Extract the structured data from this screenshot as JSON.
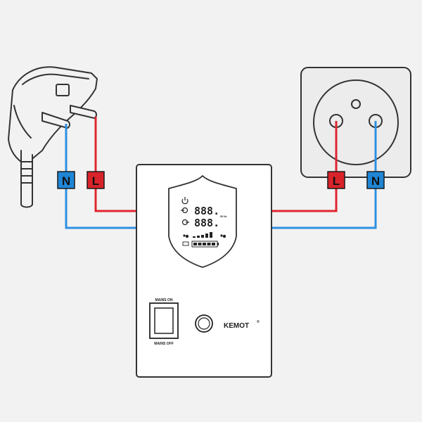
{
  "labels": {
    "plug_neutral": "N",
    "plug_live": "L",
    "socket_live": "L",
    "socket_neutral": "N"
  },
  "device": {
    "brand": "KEMOT",
    "trademark": "®",
    "switch_top": "MAINS ON",
    "switch_bottom": "MAINS OFF",
    "display_top": "888.",
    "display_bottom": "888.",
    "frequency_unit": "50 Hz"
  },
  "colors": {
    "live_wire": "#e0262e",
    "neutral_wire": "#2e8fe0",
    "label_red": "#d9232a",
    "label_blue": "#1f86d6",
    "outline": "#2a2a2a",
    "device_body": "#ffffff",
    "background": "#f2f2f2"
  },
  "icons": {
    "plug": "schuko-plug-icon",
    "socket": "wall-socket-icon",
    "power": "power-icon",
    "input": "input-arrow-icon",
    "output": "output-arrow-icon",
    "battery": "battery-icon"
  }
}
